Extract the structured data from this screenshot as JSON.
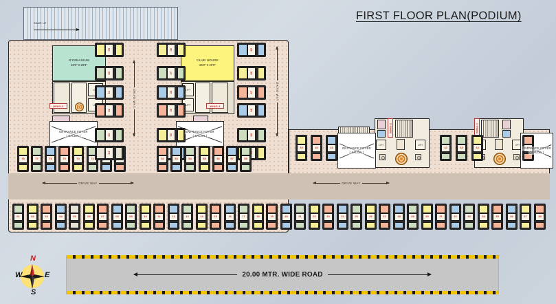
{
  "title": "FIRST FLOOR PLAN(PODIUM)",
  "ramp": {
    "label": "RAMP UP"
  },
  "rooms": {
    "gymnasium": {
      "name": "GYMNASIUM",
      "dimension": "26'0\" X 20'9\""
    },
    "club_house": {
      "name": "CLUB HOUSE",
      "dimension": "26'0\" X 20'9\""
    }
  },
  "foyers": [
    {
      "line1": "ENTRANCE FOYER",
      "line2": "( SALON )"
    },
    {
      "line1": "ENTRANCE FOYER",
      "line2": "( SALON )"
    },
    {
      "line1": "ENTRANCE FOYER",
      "line2": "( SALON )"
    },
    {
      "line1": "ENTRANCE FOYER",
      "line2": "( SALON )"
    }
  ],
  "wings": [
    {
      "label": "WING-3"
    },
    {
      "label": "WING-4"
    },
    {
      "label": "WING-2"
    },
    {
      "label": "WING-1"
    }
  ],
  "lift_label": "LIFT",
  "drive_ways": [
    {
      "label": "DRIVE WAY",
      "orientation": "vertical"
    },
    {
      "label": "DRIVE WAY",
      "orientation": "vertical"
    },
    {
      "label": "DRIVE WAY",
      "orientation": "horizontal"
    },
    {
      "label": "DRIVE WAY",
      "orientation": "horizontal"
    }
  ],
  "road": {
    "label": "20.00 MTR. WIDE ROAD"
  },
  "compass": {
    "north": "N",
    "south": "S",
    "east": "E",
    "west": "W"
  },
  "colors": {
    "podium_deck": "#efdfd2",
    "drive_surface": "#cfc2b4",
    "gym_fill": "#b7e3d0",
    "club_fill": "#fdf47d",
    "road_fill": "#c6c6c6",
    "road_edge": "#f2c400",
    "wing_text": "#c0392b",
    "car_number": "#c0392b"
  },
  "parking": {
    "bottom_row": [
      {
        "n": "01",
        "c": "#cdddc0"
      },
      {
        "n": "02",
        "c": "#f6ef9a"
      },
      {
        "n": "03",
        "c": "#f4b49a"
      },
      {
        "n": "04",
        "c": "#a9cbe8"
      },
      {
        "n": "05",
        "c": "#e6e3d4"
      },
      {
        "n": "06",
        "c": "#f6ef9a"
      },
      {
        "n": "07",
        "c": "#f4b49a"
      },
      {
        "n": "08",
        "c": "#a9cbe8"
      },
      {
        "n": "09",
        "c": "#cdddc0"
      },
      {
        "n": "10",
        "c": "#f6ef9a"
      },
      {
        "n": "11",
        "c": "#f4b49a"
      },
      {
        "n": "12",
        "c": "#a9cbe8"
      },
      {
        "n": "13",
        "c": "#cdddc0"
      },
      {
        "n": "14",
        "c": "#f6ef9a"
      },
      {
        "n": "15",
        "c": "#f4b49a"
      },
      {
        "n": "16",
        "c": "#a9cbe8"
      },
      {
        "n": "17",
        "c": "#cdddc0"
      },
      {
        "n": "18",
        "c": "#f6ef9a"
      },
      {
        "n": "19",
        "c": "#f4b49a"
      },
      {
        "n": "20",
        "c": "#a9cbe8"
      },
      {
        "n": "21",
        "c": "#cdddc0"
      },
      {
        "n": "22",
        "c": "#f6ef9a"
      },
      {
        "n": "23",
        "c": "#f4b49a"
      },
      {
        "n": "24",
        "c": "#a9cbe8"
      },
      {
        "n": "25",
        "c": "#cdddc0"
      },
      {
        "n": "26",
        "c": "#f6ef9a"
      },
      {
        "n": "27",
        "c": "#f4b49a"
      },
      {
        "n": "28",
        "c": "#a9cbe8"
      },
      {
        "n": "29",
        "c": "#cdddc0"
      },
      {
        "n": "30",
        "c": "#f6ef9a"
      },
      {
        "n": "31",
        "c": "#f4b49a"
      },
      {
        "n": "32",
        "c": "#a9cbe8"
      },
      {
        "n": "33",
        "c": "#cdddc0"
      },
      {
        "n": "34",
        "c": "#f6ef9a"
      },
      {
        "n": "35",
        "c": "#f4b49a"
      },
      {
        "n": "36",
        "c": "#a9cbe8"
      },
      {
        "n": "37",
        "c": "#f6ef9a"
      },
      {
        "n": "38",
        "c": "#f4b49a"
      }
    ],
    "right_upper_row": [
      {
        "n": "39",
        "c": "#f6ef9a"
      },
      {
        "n": "40",
        "c": "#f4b49a"
      },
      {
        "n": "41",
        "c": "#a9cbe8"
      },
      {
        "n": "42",
        "c": "#cdddc0"
      },
      {
        "n": "43",
        "c": "#cdddc0"
      },
      {
        "n": "44",
        "c": "#f6ef9a"
      },
      {
        "n": "45",
        "c": "#f4b49a"
      }
    ],
    "mid_right_col": [
      {
        "n": "46",
        "c": "#f6ef9a"
      },
      {
        "n": "47",
        "c": "#cdddc0"
      },
      {
        "n": "48",
        "c": "#a9cbe8"
      },
      {
        "n": "49",
        "c": "#f4b49a"
      },
      {
        "n": "50",
        "c": "#f6ef9a"
      },
      {
        "n": "51",
        "c": "#a9cbe8"
      }
    ],
    "mid_bottom_row": [
      {
        "n": "52",
        "c": "#f4b49a"
      },
      {
        "n": "53",
        "c": "#a9cbe8"
      },
      {
        "n": "54",
        "c": "#cdddc0"
      },
      {
        "n": "55",
        "c": "#f6ef9a"
      },
      {
        "n": "56",
        "c": "#f4b49a"
      },
      {
        "n": "57",
        "c": "#a9cbe8"
      },
      {
        "n": "58",
        "c": "#cdddc0"
      }
    ],
    "mid_left_col": [
      {
        "n": "59",
        "c": "#f6ef9a"
      },
      {
        "n": "60",
        "c": "#cdddc0"
      },
      {
        "n": "61",
        "c": "#a9cbe8"
      },
      {
        "n": "62",
        "c": "#f4b49a"
      },
      {
        "n": "63",
        "c": "#cdddc0"
      },
      {
        "n": "64",
        "c": "#e6e3d4"
      }
    ],
    "left_right_col": [
      {
        "n": "65",
        "c": "#a9cbe8"
      },
      {
        "n": "66",
        "c": "#f6ef9a"
      },
      {
        "n": "67",
        "c": "#f4b49a"
      },
      {
        "n": "68",
        "c": "#a9cbe8"
      },
      {
        "n": "69",
        "c": "#cdddc0"
      },
      {
        "n": "70",
        "c": "#f6ef9a"
      }
    ],
    "left_bottom_row": [
      {
        "n": "71",
        "c": "#f4b49a"
      },
      {
        "n": "72",
        "c": "#a9cbe8"
      },
      {
        "n": "73",
        "c": "#cdddc0"
      },
      {
        "n": "74",
        "c": "#f6ef9a"
      },
      {
        "n": "75",
        "c": "#f4b49a"
      },
      {
        "n": "76",
        "c": "#a9cbe8"
      },
      {
        "n": "77",
        "c": "#cdddc0"
      },
      {
        "n": "78",
        "c": "#f6ef9a"
      }
    ]
  }
}
